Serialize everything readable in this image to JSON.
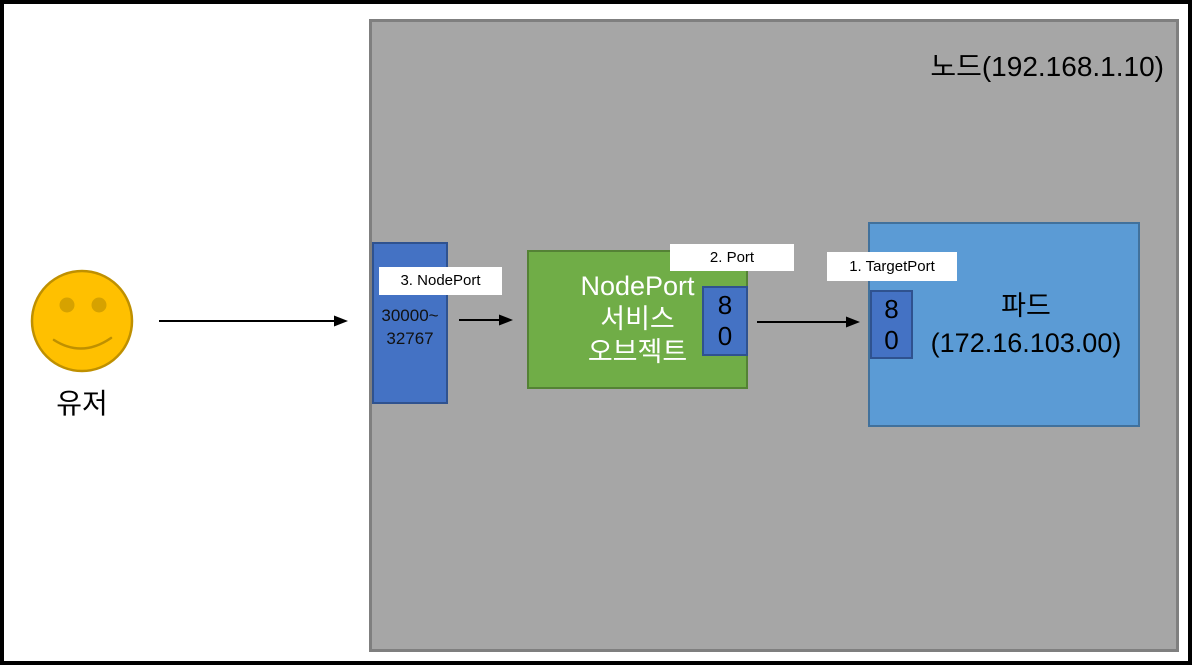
{
  "diagram": {
    "node": {
      "title": "노드(192.168.1.10)"
    },
    "user": {
      "label": "유저"
    },
    "nodeport_box": {
      "range_line1": "30000~",
      "range_line2": "32767"
    },
    "callouts": {
      "nodeport": "3. NodePort",
      "port": "2. Port",
      "targetport": "1. TargetPort"
    },
    "service": {
      "name_line1": "NodePort",
      "name_line2": "서비스",
      "name_line3": "오브젝트",
      "port_digit_top": "8",
      "port_digit_bottom": "0"
    },
    "pod": {
      "name": "파드",
      "ip": "(172.16.103.00)",
      "port_digit_top": "8",
      "port_digit_bottom": "0"
    },
    "icons": {
      "user_face": "smiley-face-icon",
      "flow_arrows": "right-arrow"
    },
    "colors": {
      "node_fill": "#A6A6A6",
      "node_border": "#7F7F7F",
      "accent_blue_fill": "#4472C4",
      "accent_blue_border": "#2F528F",
      "service_green_fill": "#70AD47",
      "service_green_border": "#548235",
      "pod_blue_fill": "#5B9BD5",
      "pod_blue_border": "#41719C",
      "face_fill": "#FFC000",
      "face_border": "#BF9000",
      "arrow": "#000000"
    }
  }
}
